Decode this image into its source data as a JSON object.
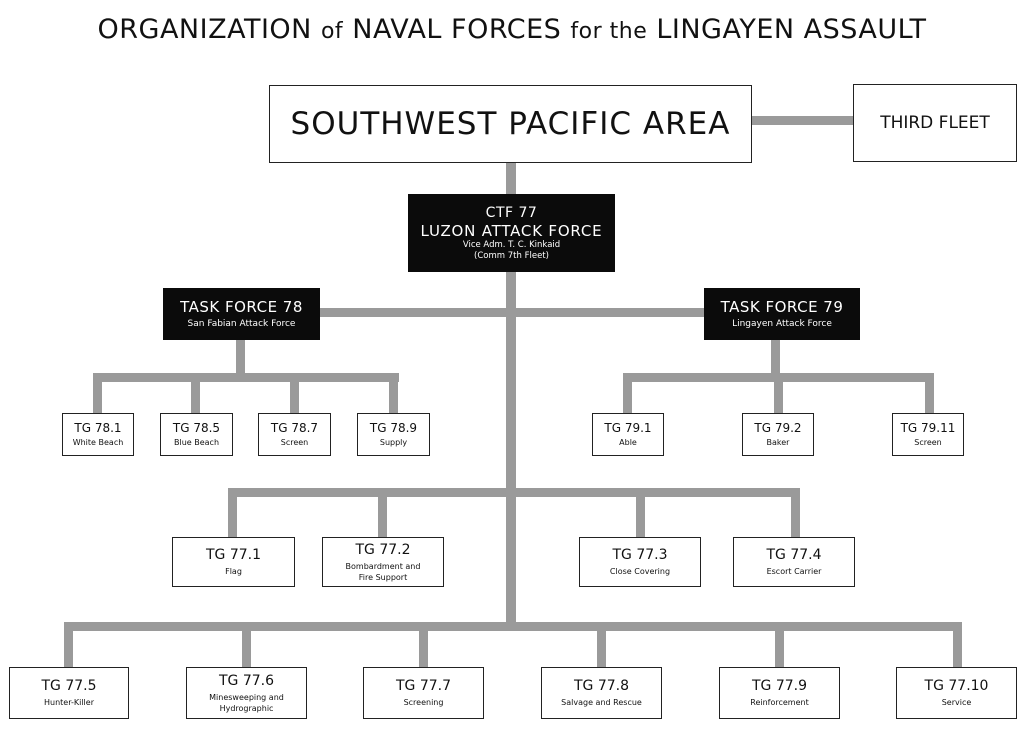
{
  "title": {
    "part1": "ORGANIZATION",
    "part2": "of",
    "part3": "NAVAL FORCES",
    "part4": "for the",
    "part5": "LINGAYEN ASSAULT"
  },
  "top": {
    "swpa": "SOUTHWEST PACIFIC AREA",
    "third_fleet": "THIRD FLEET"
  },
  "ctf77": {
    "line1": "CTF 77",
    "line2": "LUZON ATTACK FORCE",
    "line3": "Vice Adm. T. C. Kinkaid",
    "line4": "(Comm 7th Fleet)"
  },
  "tf78": {
    "code": "TASK FORCE 78",
    "name": "San Fabian Attack Force"
  },
  "tf79": {
    "code": "TASK FORCE 79",
    "name": "Lingayen Attack Force"
  },
  "tf78_groups": [
    {
      "code": "TG 78.1",
      "name": "White Beach"
    },
    {
      "code": "TG 78.5",
      "name": "Blue Beach"
    },
    {
      "code": "TG 78.7",
      "name": "Screen"
    },
    {
      "code": "TG 78.9",
      "name": "Supply"
    }
  ],
  "tf79_groups": [
    {
      "code": "TG 79.1",
      "name": "Able"
    },
    {
      "code": "TG 79.2",
      "name": "Baker"
    },
    {
      "code": "TG 79.11",
      "name": "Screen"
    }
  ],
  "tg77_row1": [
    {
      "code": "TG 77.1",
      "name": "Flag"
    },
    {
      "code": "TG 77.2",
      "name": "Bombardment and",
      "name2": "Fire Support"
    },
    {
      "code": "TG 77.3",
      "name": "Close Covering"
    },
    {
      "code": "TG 77.4",
      "name": "Escort Carrier"
    }
  ],
  "tg77_row2": [
    {
      "code": "TG 77.5",
      "name": "Hunter-Killer"
    },
    {
      "code": "TG 77.6",
      "name": "Minesweeping and",
      "name2": "Hydrographic"
    },
    {
      "code": "TG 77.7",
      "name": "Screening"
    },
    {
      "code": "TG 77.8",
      "name": "Salvage and Rescue"
    },
    {
      "code": "TG 77.9",
      "name": "Reinforcement"
    },
    {
      "code": "TG 77.10",
      "name": "Service"
    }
  ],
  "colors": {
    "connector": "#9a9a9a",
    "dark_box": "#0b0b0b",
    "border": "#222222"
  }
}
